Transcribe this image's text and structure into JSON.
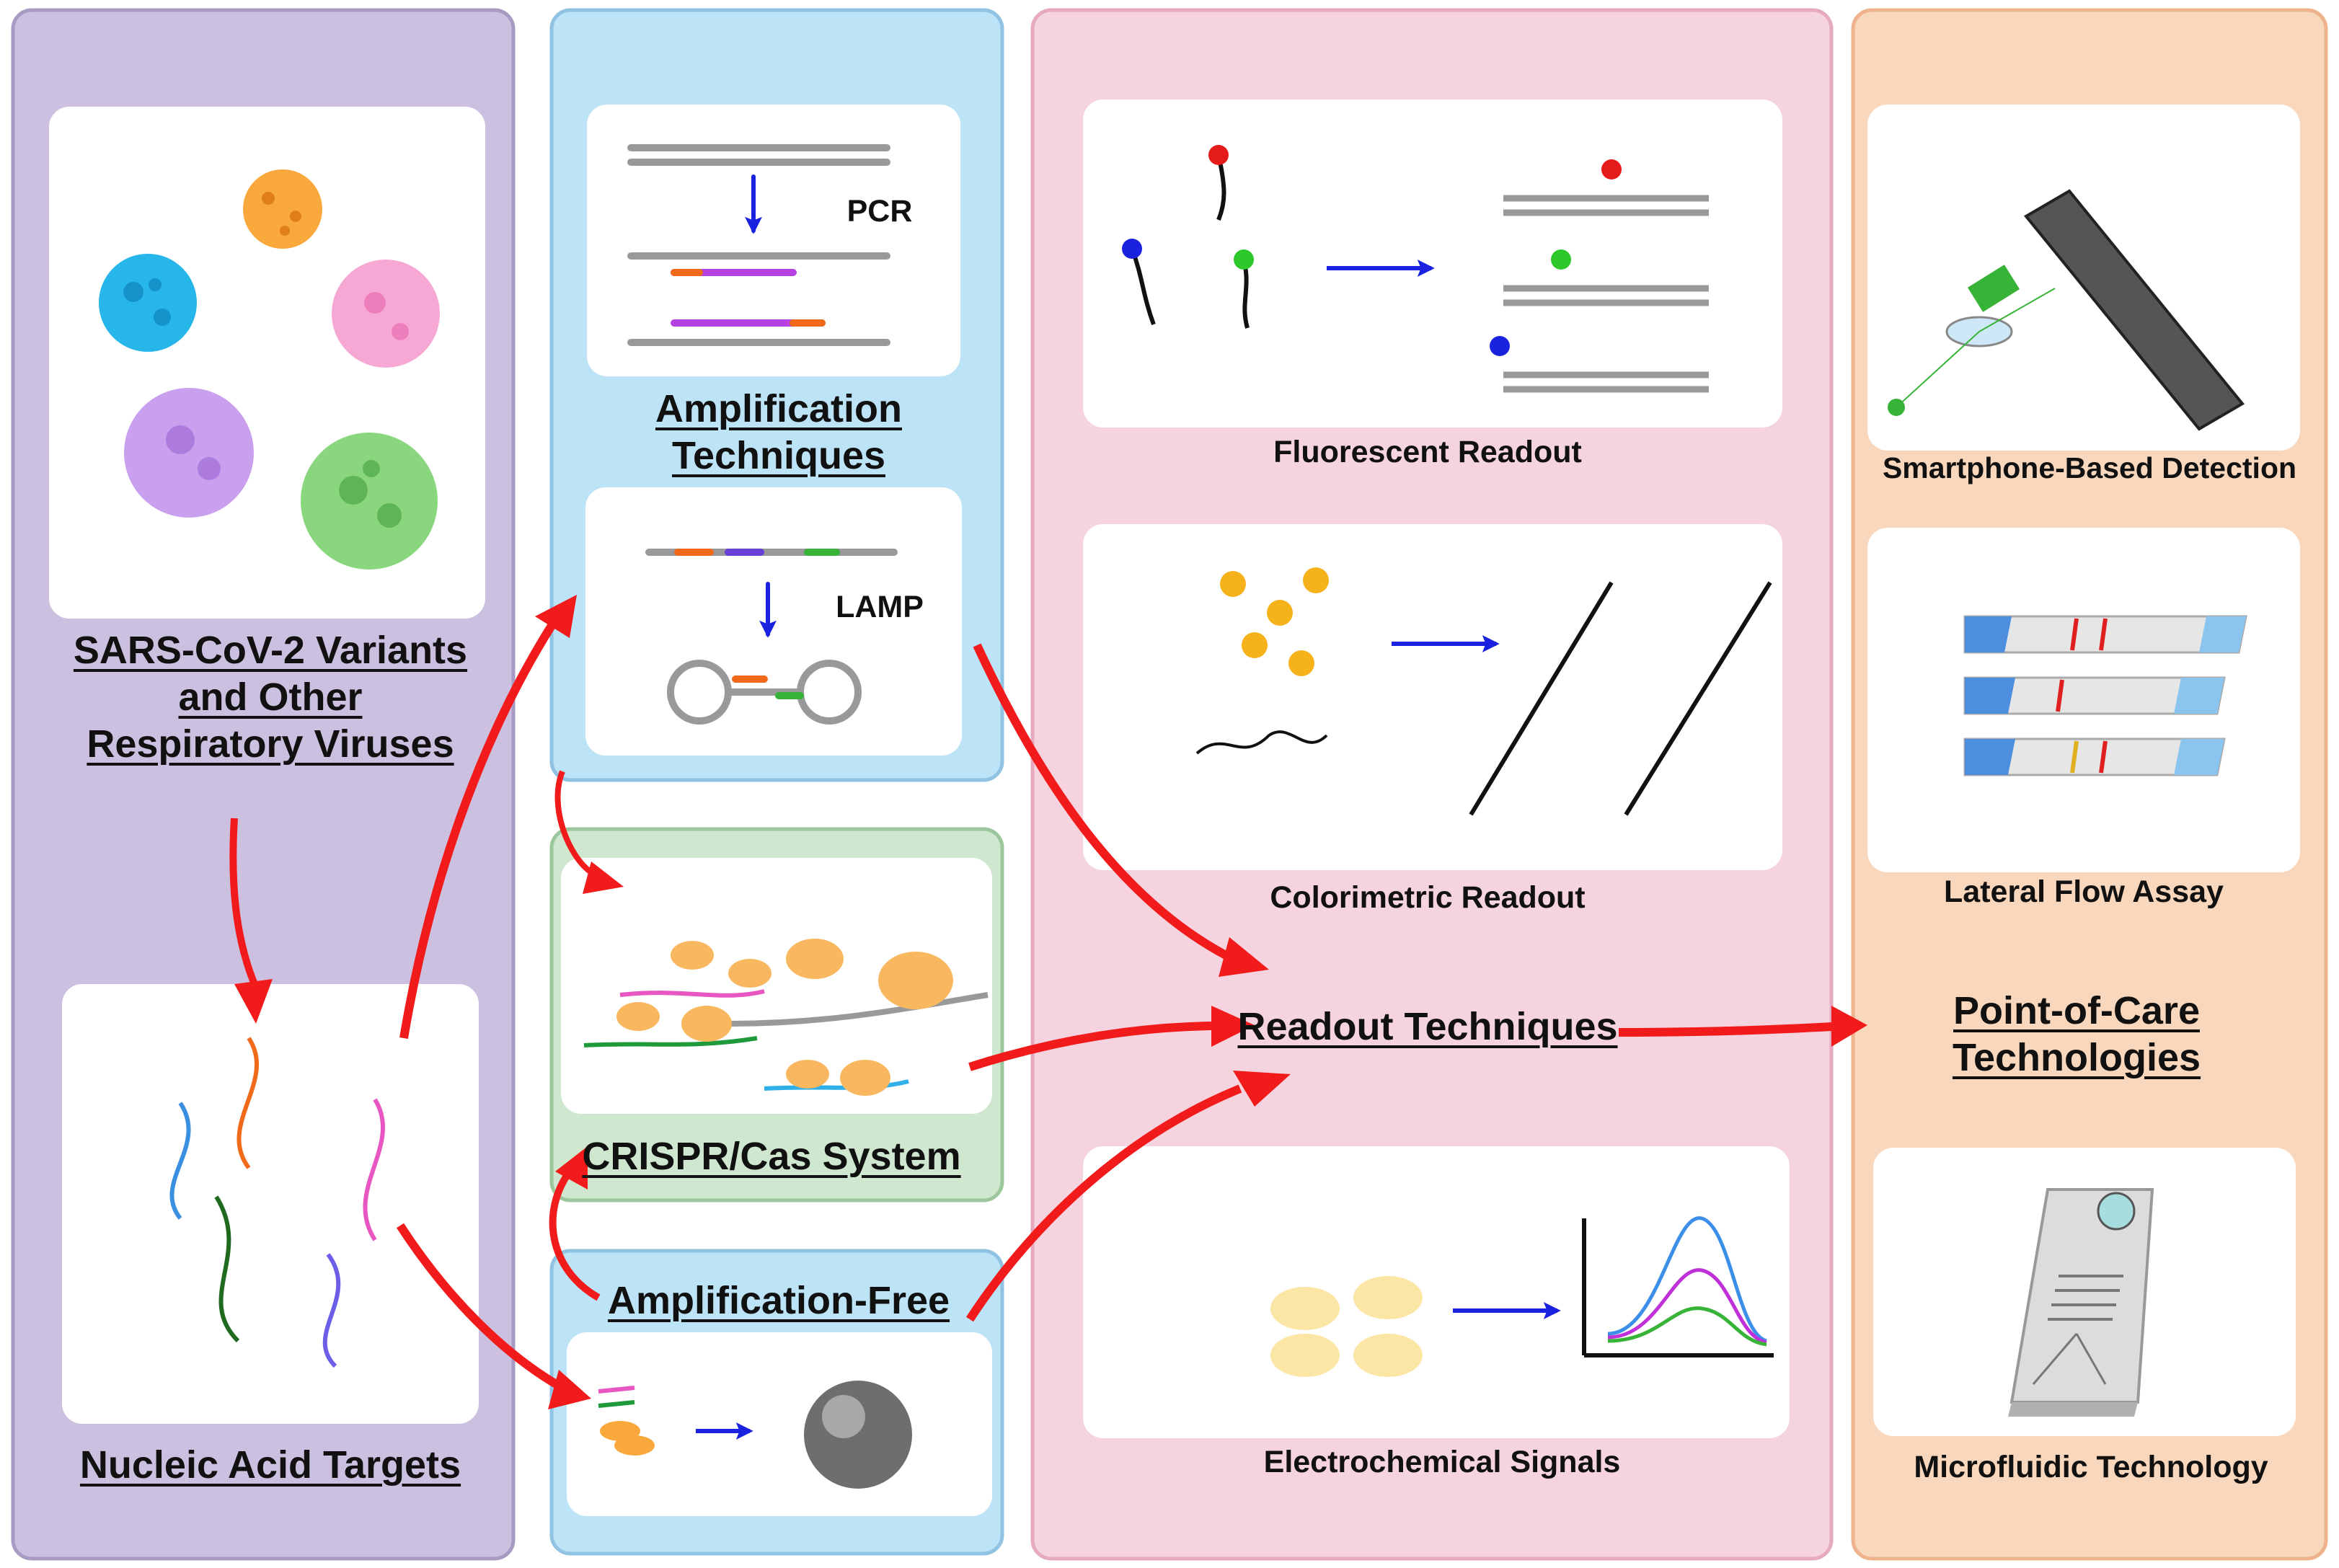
{
  "panels": {
    "targets": {
      "label_variants": "SARS-CoV-2 Variants and Other Respiratory Viruses",
      "label_nucleic": "Nucleic Acid Targets"
    },
    "amplification": {
      "pcr": "PCR",
      "lamp": "LAMP",
      "label": "Amplification Techniques"
    },
    "crispr": {
      "label": "CRISPR/Cas System"
    },
    "amp_free": {
      "label": "Amplification-Free"
    },
    "readout": {
      "fluorescent": "Fluorescent Readout",
      "colorimetric": "Colorimetric Readout",
      "label": "Readout Techniques",
      "electrochemical": "Electrochemical Signals"
    },
    "poc": {
      "smartphone": "Smartphone-Based Detection",
      "lateral": "Lateral Flow Assay",
      "label": "Point-of-Care Technologies",
      "microfluidic": "Microfluidic Technology"
    }
  },
  "colors": {
    "purple_panel": "#cbc0df",
    "blue_panel": "#bde3f6",
    "green_panel": "#cfe7cf",
    "pink_panel": "#f5d3df",
    "orange_panel": "#f9d7bd",
    "arrow_red": "#f21b1b",
    "arrow_blue": "#1a22e0"
  }
}
